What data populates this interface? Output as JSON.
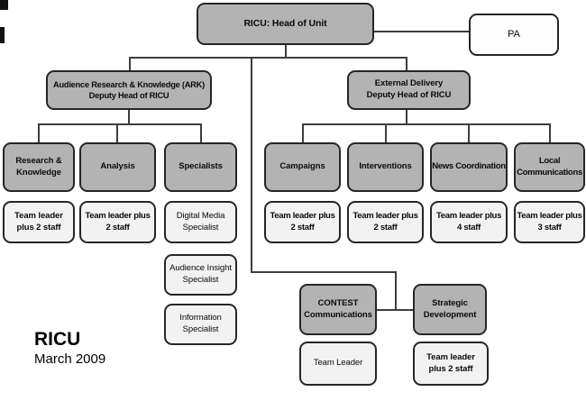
{
  "caption": {
    "title": "RICU",
    "date": "March 2009"
  },
  "colors": {
    "node_gray": "#b3b3b3",
    "node_light": "#f2f2f2",
    "node_white": "#fdfdfd",
    "border": "#262626",
    "connector": "#3d3d3d"
  },
  "nodes": {
    "head": {
      "label": "RICU: Head of Unit"
    },
    "pa": {
      "label": "PA"
    },
    "ark": {
      "line1": "Audience Research & Knowledge (ARK)",
      "line2": "Deputy Head of RICU"
    },
    "external": {
      "line1": "External Delivery",
      "line2": "Deputy Head of RICU"
    },
    "research_knowledge": {
      "line1": "Research &",
      "line2": "Knowledge"
    },
    "analysis": {
      "label": "Analysis"
    },
    "specialists": {
      "label": "Specialists"
    },
    "research_team": {
      "line1": "Team leader",
      "line2": "plus 2 staff"
    },
    "analysis_team": {
      "line1": "Team leader plus",
      "line2": "2 staff"
    },
    "digital_media": {
      "line1": "Digital Media",
      "line2": "Specialist"
    },
    "audience_insight": {
      "line1": "Audience Insight",
      "line2": "Specialist"
    },
    "information": {
      "line1": "Information",
      "line2": "Specialist"
    },
    "campaigns": {
      "label": "Campaigns"
    },
    "interventions": {
      "label": "Interventions"
    },
    "news_coordination": {
      "label": "News Coordination"
    },
    "local_communications": {
      "line1": "Local",
      "line2": "Communications"
    },
    "campaigns_team": {
      "line1": "Team leader plus",
      "line2": "2 staff"
    },
    "interventions_team": {
      "line1": "Team leader plus",
      "line2": "2 staff"
    },
    "news_team": {
      "line1": "Team leader plus",
      "line2": "4 staff"
    },
    "local_team": {
      "line1": "Team leader plus",
      "line2": "3 staff"
    },
    "contest": {
      "line1": "CONTEST",
      "line2": "Communications"
    },
    "strategic": {
      "line1": "Strategic",
      "line2": "Development"
    },
    "contest_team": {
      "label": "Team Leader"
    },
    "strategic_team": {
      "line1": "Team leader",
      "line2": "plus 2 staff"
    }
  }
}
